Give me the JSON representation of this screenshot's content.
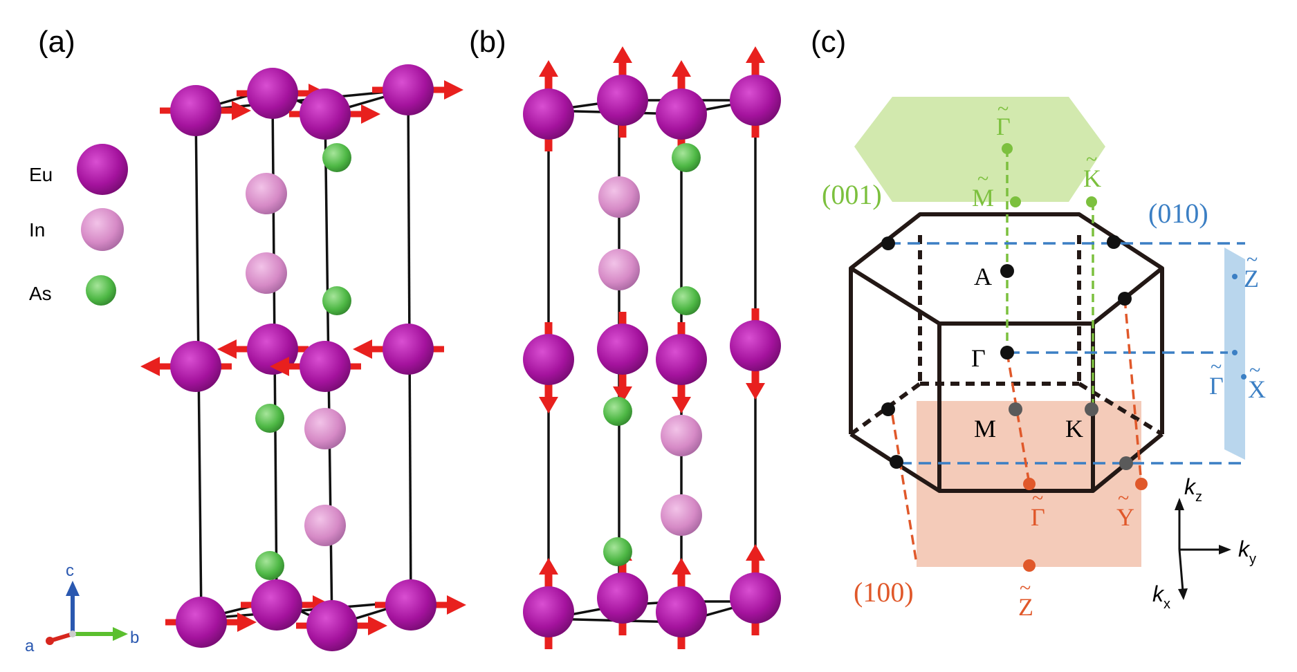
{
  "panels": {
    "a": {
      "label": "(a)"
    },
    "b": {
      "label": "(b)"
    },
    "c": {
      "label": "(c)"
    }
  },
  "legend": {
    "items": [
      {
        "name": "Eu",
        "color": "#a5139e"
      },
      {
        "name": "In",
        "color": "#d68ac6"
      },
      {
        "name": "As",
        "color": "#4eb845"
      }
    ]
  },
  "axes_triad": {
    "a": "a",
    "b": "b",
    "c": "c"
  },
  "bz": {
    "planes": {
      "p001": {
        "label": "(001)",
        "color": "#7cc03e"
      },
      "p010": {
        "label": "(010)",
        "color": "#3b7fc4"
      },
      "p100": {
        "label": "(100)",
        "color": "#e0582a"
      }
    },
    "points_bulk": {
      "A": "A",
      "Gamma": "Γ",
      "M": "M",
      "K": "K"
    },
    "surface_001": {
      "Gamma": "Γ",
      "M": "M",
      "K": "K"
    },
    "surface_010": {
      "Z": "Z",
      "Gamma": "Γ",
      "X": "X"
    },
    "surface_100": {
      "Gamma": "Γ",
      "Y": "Y",
      "Z": "Z"
    },
    "tilde": "~",
    "k_axes": {
      "k": "k",
      "z": "z",
      "y": "y",
      "x": "x"
    }
  },
  "colors": {
    "arrow": "#e8201e",
    "bond": "#111111",
    "bz_edge": "#231815"
  }
}
